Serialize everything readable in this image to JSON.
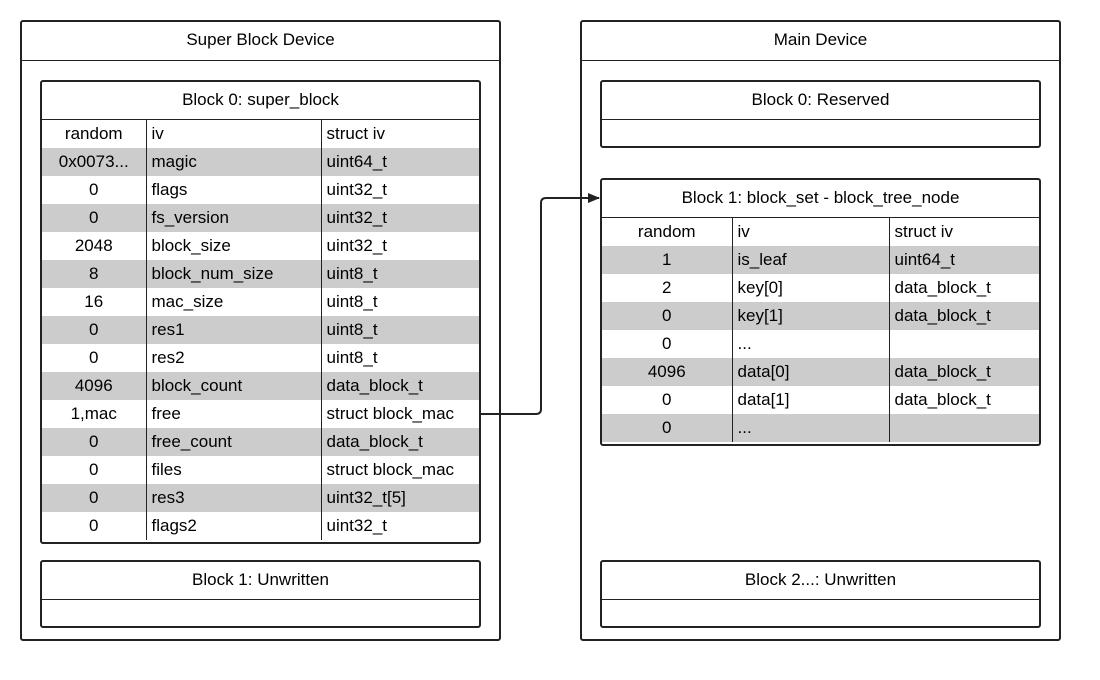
{
  "super_device": {
    "title": "Super Block Device",
    "block0": {
      "title": "Block 0: super_block",
      "header": [
        "random",
        "iv",
        "struct iv"
      ],
      "rows": [
        [
          "0x0073...",
          "magic",
          "uint64_t"
        ],
        [
          "0",
          "flags",
          "uint32_t"
        ],
        [
          "0",
          "fs_version",
          "uint32_t"
        ],
        [
          "2048",
          "block_size",
          "uint32_t"
        ],
        [
          "8",
          "block_num_size",
          "uint8_t"
        ],
        [
          "16",
          "mac_size",
          "uint8_t"
        ],
        [
          "0",
          "res1",
          "uint8_t"
        ],
        [
          "0",
          "res2",
          "uint8_t"
        ],
        [
          "4096",
          "block_count",
          "data_block_t"
        ],
        [
          "1,mac",
          "free",
          "struct block_mac"
        ],
        [
          "0",
          "free_count",
          "data_block_t"
        ],
        [
          "0",
          "files",
          "struct block_mac"
        ],
        [
          "0",
          "res3",
          "uint32_t[5]"
        ],
        [
          "0",
          "flags2",
          "uint32_t"
        ]
      ]
    },
    "block1": {
      "title": "Block 1: Unwritten"
    }
  },
  "main_device": {
    "title": "Main Device",
    "block0": {
      "title": "Block 0: Reserved"
    },
    "block1": {
      "title": "Block 1: block_set - block_tree_node",
      "header": [
        "random",
        "iv",
        "struct iv"
      ],
      "rows": [
        [
          "1",
          "is_leaf",
          "uint64_t"
        ],
        [
          "2",
          "key[0]",
          "data_block_t"
        ],
        [
          "0",
          "key[1]",
          "data_block_t"
        ],
        [
          "0",
          "...",
          ""
        ],
        [
          "4096",
          "data[0]",
          "data_block_t"
        ],
        [
          "0",
          "data[1]",
          "data_block_t"
        ],
        [
          "0",
          "...",
          ""
        ]
      ]
    },
    "block2": {
      "title": "Block 2...: Unwritten"
    }
  },
  "colors": {
    "shade": "#cccccc",
    "line": "#222222"
  }
}
